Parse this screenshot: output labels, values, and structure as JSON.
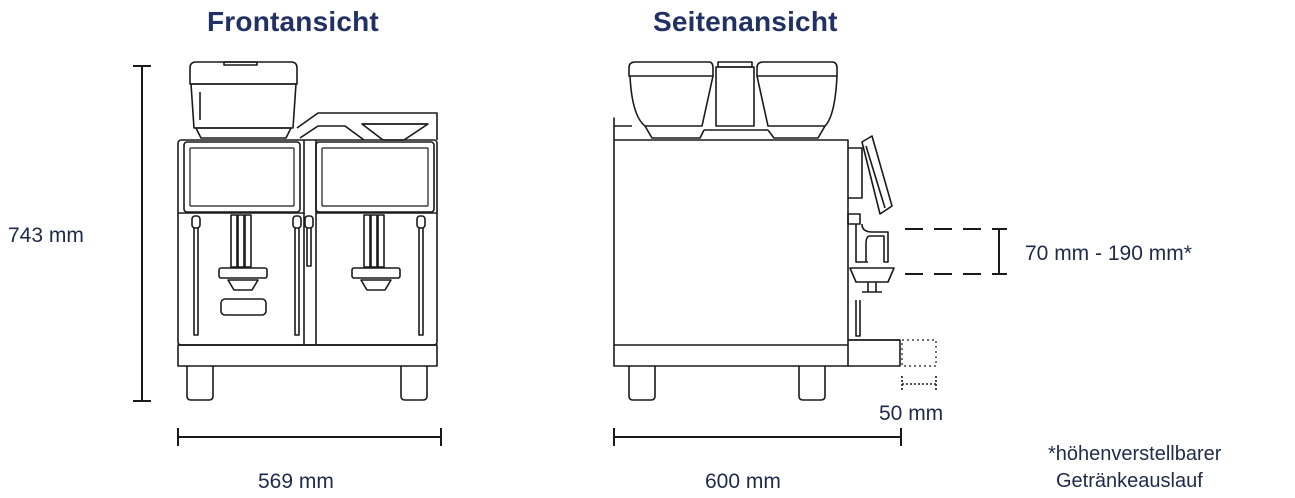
{
  "titles": {
    "front": "Frontansicht",
    "side": "Seitenansicht"
  },
  "dimensions": {
    "height": "743 mm",
    "front_width": "569 mm",
    "side_depth": "600 mm",
    "spout_range": "70 mm - 190 mm*",
    "tray_offset": "50 mm"
  },
  "footnote": {
    "line1": "*höhenverstellbarer",
    "line2": "Getränkeauslauf"
  },
  "colors": {
    "title": "#223063",
    "text": "#1e2a4a",
    "line": "#1a1a1a"
  }
}
